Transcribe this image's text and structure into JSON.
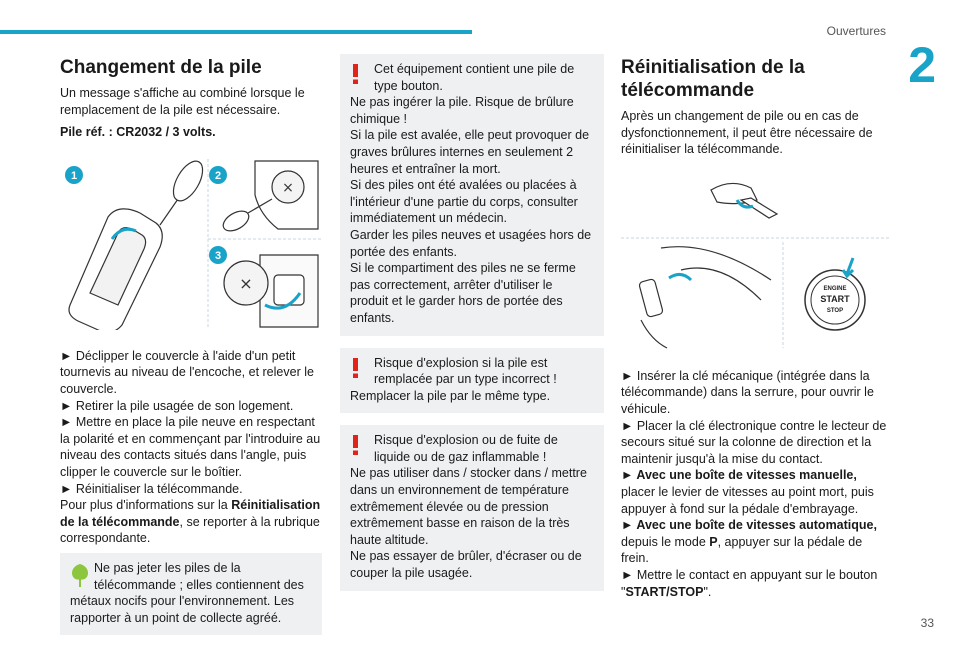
{
  "header": {
    "section": "Ouvertures",
    "chapter": "2",
    "page": "33"
  },
  "col1": {
    "title": "Changement de la pile",
    "intro": "Un message s'affiche au combiné lorsque le remplacement de la pile est nécessaire.",
    "battery_ref": "Pile réf. : CR2032 / 3 volts.",
    "fig_steps": [
      "1",
      "2",
      "3"
    ],
    "steps": [
      "► Déclipper le couvercle à l'aide d'un petit tournevis au niveau de l'encoche, et relever le couvercle.",
      "► Retirer la pile usagée de son logement.",
      "► Mettre en place la pile neuve en respectant la polarité et en commençant par l'introduire au niveau des contacts situés dans l'angle, puis clipper le couvercle sur le boîtier.",
      "► Réinitialiser la télécommande."
    ],
    "more_pre": "Pour plus d'informations sur la ",
    "more_bold": "Réinitialisation de la télécommande",
    "more_post": ", se reporter à la rubrique correspondante.",
    "eco_first": "Ne pas jeter les piles de la télécommande ; elles contiennent des",
    "eco_rest": "métaux nocifs pour l'environnement. Les rapporter à un point de collecte agréé."
  },
  "col2": {
    "warnings": [
      {
        "first": "Cet équipement contient une pile de type bouton.",
        "lines": [
          "Ne pas ingérer la pile. Risque de brûlure chimique !",
          "Si la pile est avalée, elle peut provoquer de graves brûlures internes en seulement 2 heures et entraîner la mort.",
          "Si des piles ont été avalées ou placées à l'intérieur d'une partie du corps, consulter immédiatement un médecin.",
          "Garder les piles neuves et usagées hors de portée des enfants.",
          "Si le compartiment des piles ne se ferme pas correctement, arrêter d'utiliser le produit et le garder hors de portée des enfants."
        ]
      },
      {
        "first": "Risque d'explosion si la pile est remplacée par un type incorrect !",
        "lines": [
          "Remplacer la pile par le même type."
        ]
      },
      {
        "first": "Risque d'explosion ou de fuite de liquide ou de gaz inflammable !",
        "lines": [
          "Ne pas utiliser dans / stocker dans / mettre dans un environnement de température extrêmement élevée ou de pression extrêmement basse en raison de la très haute altitude.",
          "Ne pas essayer de brûler, d'écraser ou de couper la pile usagée."
        ]
      }
    ]
  },
  "col3": {
    "title": "Réinitialisation de la télécommande",
    "intro": "Après un changement de pile ou en cas de dysfonctionnement, il peut être nécessaire de réinitialiser la télécommande.",
    "fig_button": [
      "ENGINE",
      "START",
      "STOP"
    ],
    "step1": "► Insérer la clé mécanique (intégrée dans la télécommande) dans la serrure, pour ouvrir le véhicule.",
    "step2": "► Placer la clé électronique contre le lecteur de secours situé sur la colonne de direction et la maintenir jusqu'à la mise du contact.",
    "manual_bold": "► Avec une boîte de vitesses manuelle,",
    "manual_rest": "placer le levier de vitesses au point mort, puis appuyer à fond sur la pédale d'embrayage.",
    "auto_bold": "► Avec une boîte de vitesses automatique,",
    "auto_pre": "depuis le mode ",
    "auto_mode": "P",
    "auto_post": ", appuyer sur la pédale de frein.",
    "step_last_pre": "► Mettre le contact en appuyant sur le bouton \"",
    "step_last_bold": "START/STOP",
    "step_last_post": "\"."
  }
}
